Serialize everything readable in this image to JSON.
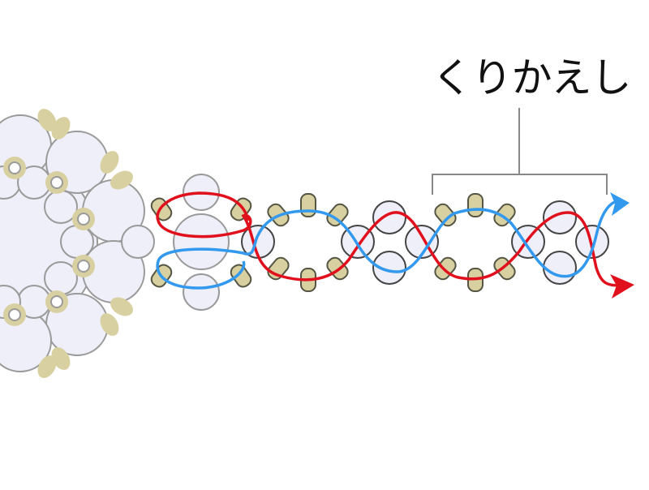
{
  "diagram": {
    "label": "くりかえし",
    "colors": {
      "background": "#ffffff",
      "bead_fill": "#eeeff8",
      "bead_stroke_light": "#9a9a9a",
      "bead_stroke_dark": "#444444",
      "seed_fill": "#d8d0a0",
      "seed_stroke": "#555544",
      "thread_red": "#e0101c",
      "thread_blue": "#3399ee",
      "bracket": "#888888"
    },
    "elements": {
      "flower_motif": "beaded flower cluster (left, partially cropped)",
      "connector_unit": "round bead with four seed beads, thread loops",
      "repeat_units": "oval rings of seed beads joined by round beads",
      "bracket": "repeat bracket with label",
      "arrows": [
        "blue-thread-arrow",
        "red-thread-arrow"
      ]
    }
  }
}
